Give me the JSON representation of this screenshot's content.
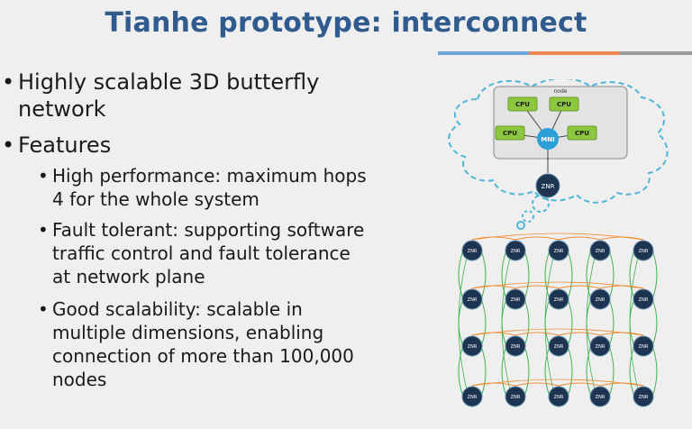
{
  "slide": {
    "title": "Tianhe prototype: interconnect",
    "bullets": [
      {
        "text": "Highly scalable 3D butterfly network",
        "lines": [
          "Highly scalable 3D butterfly",
          "network"
        ]
      },
      {
        "text": "Features",
        "sub_bullets": [
          {
            "lines": [
              "High performance: maximum hops",
              "4 for the whole system"
            ]
          },
          {
            "lines": [
              "Fault tolerant: supporting software",
              "traffic control and fault tolerance",
              "at network plane"
            ]
          },
          {
            "lines": [
              "Good scalability: scalable in",
              "multiple dimensions, enabling",
              "connection of more than 100,000",
              "nodes"
            ]
          }
        ]
      }
    ],
    "colors": {
      "title": "#2f5b8f",
      "accent_rule": [
        "#6fa8d6",
        "#ec8a54",
        "#9a9a9a"
      ]
    }
  },
  "diagram": {
    "node_box_label": "node",
    "cpu_label": "CPU",
    "mni_label": "MNI",
    "znr_label": "ZNR",
    "colors": {
      "cloud_outline": "#4fb6d8",
      "cpu_fill": "#8dc63f",
      "mni_fill": "#2b9fd9",
      "znr_fill": "#1e3552",
      "link_green": "#3fb34f",
      "link_orange": "#f08a2c"
    }
  }
}
